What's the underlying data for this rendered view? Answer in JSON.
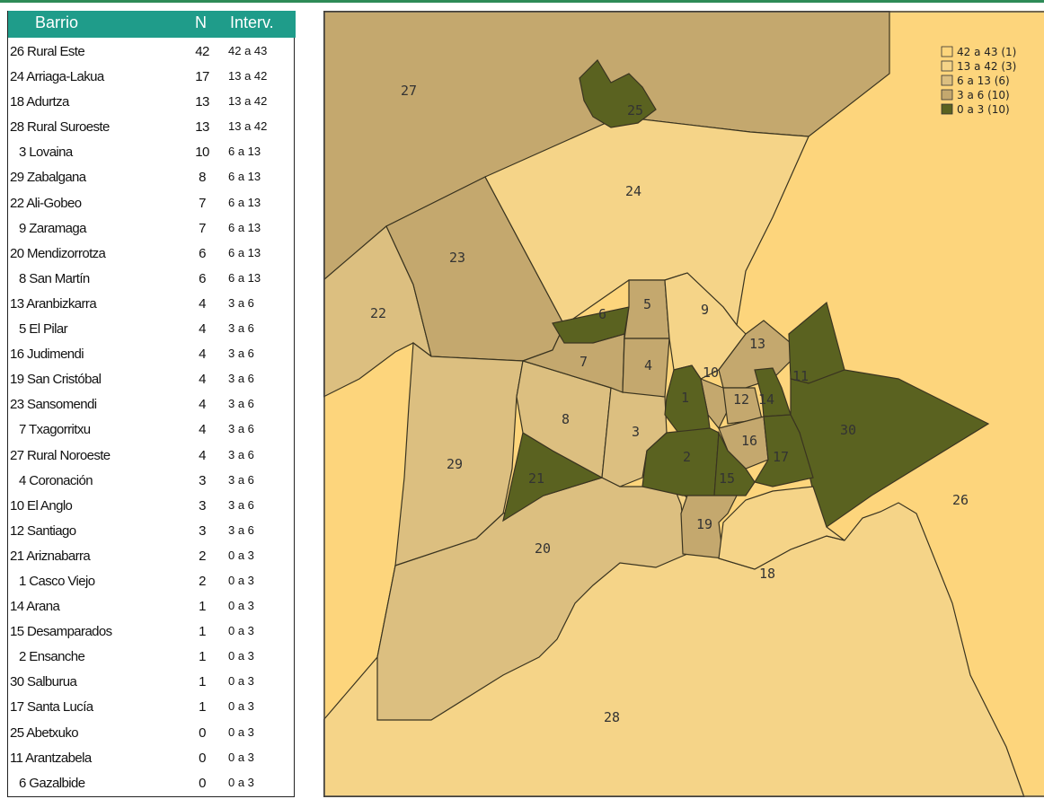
{
  "table": {
    "headers": {
      "barrio": "Barrio",
      "n": "N",
      "interv": "Interv."
    },
    "rows": [
      {
        "barrio": "26 Rural Este",
        "n": "42",
        "interv": "42 a 43"
      },
      {
        "barrio": "24 Arriaga-Lakua",
        "n": "17",
        "interv": "13 a 42"
      },
      {
        "barrio": "18 Adurtza",
        "n": "13",
        "interv": "13 a 42"
      },
      {
        "barrio": "28 Rural Suroeste",
        "n": "13",
        "interv": "13 a 42"
      },
      {
        "barrio": "3 Lovaina",
        "n": "10",
        "interv": "6 a 13"
      },
      {
        "barrio": "29 Zabalgana",
        "n": "8",
        "interv": "6 a 13"
      },
      {
        "barrio": "22 Ali-Gobeo",
        "n": "7",
        "interv": "6 a 13"
      },
      {
        "barrio": "9 Zaramaga",
        "n": "7",
        "interv": "6 a 13"
      },
      {
        "barrio": "20 Mendizorrotza",
        "n": "6",
        "interv": "6 a 13"
      },
      {
        "barrio": "8 San Martín",
        "n": "6",
        "interv": "6 a 13"
      },
      {
        "barrio": "13 Aranbizkarra",
        "n": "4",
        "interv": "3 a 6"
      },
      {
        "barrio": "5 El Pilar",
        "n": "4",
        "interv": "3 a 6"
      },
      {
        "barrio": "16 Judimendi",
        "n": "4",
        "interv": "3 a 6"
      },
      {
        "barrio": "19 San Cristóbal",
        "n": "4",
        "interv": "3 a 6"
      },
      {
        "barrio": "23 Sansomendi",
        "n": "4",
        "interv": "3 a 6"
      },
      {
        "barrio": "7 Txagorritxu",
        "n": "4",
        "interv": "3 a 6"
      },
      {
        "barrio": "27 Rural Noroeste",
        "n": "4",
        "interv": "3 a 6"
      },
      {
        "barrio": "4 Coronación",
        "n": "3",
        "interv": "3 a 6"
      },
      {
        "barrio": "10 El Anglo",
        "n": "3",
        "interv": "3 a 6"
      },
      {
        "barrio": "12 Santiago",
        "n": "3",
        "interv": "3 a 6"
      },
      {
        "barrio": "21 Ariznabarra",
        "n": "2",
        "interv": "0 a 3"
      },
      {
        "barrio": "1 Casco Viejo",
        "n": "2",
        "interv": "0 a 3"
      },
      {
        "barrio": "14 Arana",
        "n": "1",
        "interv": "0 a 3"
      },
      {
        "barrio": "15 Desamparados",
        "n": "1",
        "interv": "0 a 3"
      },
      {
        "barrio": "2 Ensanche",
        "n": "1",
        "interv": "0 a 3"
      },
      {
        "barrio": "30 Salburua",
        "n": "1",
        "interv": "0 a 3"
      },
      {
        "barrio": "17 Santa Lucía",
        "n": "1",
        "interv": "0 a 3"
      },
      {
        "barrio": "25 Abetxuko",
        "n": "0",
        "interv": "0 a 3"
      },
      {
        "barrio": "11 Arantzabela",
        "n": "0",
        "interv": "0 a 3"
      },
      {
        "barrio": "6 Gazalbide",
        "n": "0",
        "interv": "0 a 3"
      }
    ]
  },
  "legend": [
    {
      "label": "42 a 43  (1)",
      "color": "#fdd57c"
    },
    {
      "label": "13 a 42  (3)",
      "color": "#f5d488"
    },
    {
      "label": "6 a 13  (6)",
      "color": "#dcbf80"
    },
    {
      "label": "3 a 6  (10)",
      "color": "#c4a86e"
    },
    {
      "label": "0 a 3  (10)",
      "color": "#5a6220"
    }
  ],
  "map_labels": [
    "1",
    "2",
    "3",
    "4",
    "5",
    "6",
    "7",
    "8",
    "9",
    "10",
    "11",
    "12",
    "13",
    "14",
    "15",
    "16",
    "17",
    "18",
    "19",
    "20",
    "21",
    "22",
    "23",
    "24",
    "25",
    "26",
    "27",
    "28",
    "29",
    "30"
  ]
}
